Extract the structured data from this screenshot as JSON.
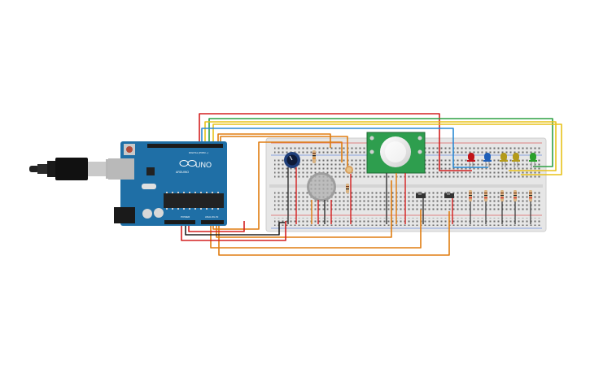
{
  "board": {
    "brand": "ARDUINO",
    "model": "UNO",
    "header_digital": "DIGITAL (PWM ~)",
    "header_power": "POWER",
    "header_analog": "ANALOG IN",
    "color": "#1f6fa6"
  },
  "components": {
    "leds": [
      {
        "color": "#c0141a"
      },
      {
        "color": "#1f5fb8"
      },
      {
        "color": "#b39a1a"
      },
      {
        "color": "#b39a1a"
      },
      {
        "color": "#2aa02a"
      }
    ],
    "icons": [
      "usb-cable-icon",
      "potentiometer-icon",
      "gas-sensor-icon",
      "photoresistor-icon",
      "pir-sensor-icon",
      "slide-switch-icon",
      "resistor-icon",
      "led-icon"
    ]
  },
  "wire_colors": {
    "red": "#d42020",
    "green": "#2ea043",
    "yellow": "#e8c21a",
    "blue": "#2a8ad4",
    "orange": "#e07d10",
    "black": "#222222"
  }
}
